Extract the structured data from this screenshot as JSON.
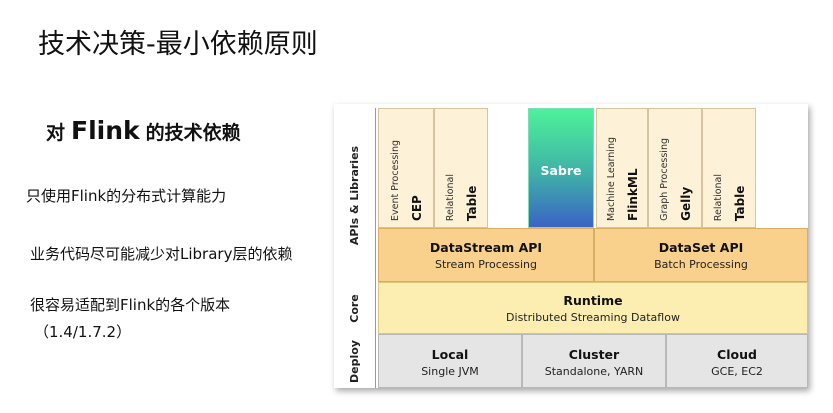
{
  "slide": {
    "title": "技术决策-最小依赖原则",
    "subhead_prefix": "对",
    "subhead_brand": "Flink",
    "subhead_suffix": "的技术依赖",
    "bullets": [
      "只使用Flink的分布式计算能力",
      "业务代码尽可能减少对Library层的依赖",
      "很容易适配到Flink的各个版本",
      "（1.4/1.7.2）"
    ]
  },
  "diagram": {
    "side_labels": {
      "libraries": "APIs & Libraries",
      "core": "Core",
      "deploy": "Deploy"
    },
    "libraries_left": [
      {
        "name": "CEP",
        "desc": "Event Processing"
      },
      {
        "name": "Table",
        "desc": "Relational"
      }
    ],
    "sabre": "Sabre",
    "libraries_right": [
      {
        "name": "FlinkML",
        "desc": "Machine Learning"
      },
      {
        "name": "Gelly",
        "desc": "Graph Processing"
      },
      {
        "name": "Table",
        "desc": "Relational"
      }
    ],
    "apis": [
      {
        "name": "DataStream API",
        "desc": "Stream Processing"
      },
      {
        "name": "DataSet API",
        "desc": "Batch Processing"
      }
    ],
    "core": {
      "name": "Runtime",
      "desc": "Distributed Streaming Dataflow"
    },
    "deploy": [
      {
        "name": "Local",
        "desc": "Single JVM"
      },
      {
        "name": "Cluster",
        "desc": "Standalone, YARN"
      },
      {
        "name": "Cloud",
        "desc": "GCE, EC2"
      }
    ],
    "colors": {
      "libraries": "#fdf1d7",
      "apis": "#f9d08c",
      "core": "#fbeeb0",
      "deploy": "#e5e5e5",
      "sabre_top": "#4df29a",
      "sabre_bottom": "#3b63c4"
    }
  }
}
